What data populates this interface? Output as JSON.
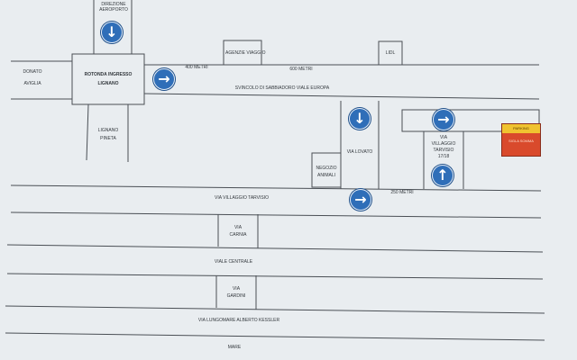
{
  "labels": {
    "direzione_aeroporto": "DIREZIONE AEROPORTO",
    "donato_aviglia": [
      "DONATO",
      "AVIGLIA"
    ],
    "rotonda": [
      "ROTONDA INGRESSO",
      "LIGNANO"
    ],
    "agenzie": "AGENZIE VIAGGIO",
    "lidl": "LIDL",
    "dist_400": "400 METRI",
    "dist_600": "600 METRI",
    "viale_europa": "SVINCOLO DI SABBIADORO VIALE EUROPA",
    "lignano_pineta": [
      "LIGNANO",
      "PINETA"
    ],
    "via_lovato": "VIA LOVATO",
    "negozio": [
      "NEGOZIO",
      "ANIMALI"
    ],
    "via_villaggio": [
      "VIA",
      "VILLAGGIO",
      "TARVISIO",
      "17/18"
    ],
    "dist_250": "250 METRI",
    "via_villaggio_tarvisio": "VIA VILLAGGIO TARVISIO",
    "via_carnia": [
      "VIA",
      "CARNIA"
    ],
    "viale_centrale": "VIALE CENTRALE",
    "via_gardini": [
      "VIA",
      "GARDINI"
    ],
    "lungomare": "VIA LUNGOMARE ALBERTO KESSLER",
    "mare": "MARE",
    "parking": "PARKING",
    "parking_sub": "SIGLA SOMMA"
  },
  "arrows": {
    "down_top": "down",
    "right_rotonda": "right",
    "down_lovato": "down",
    "right_top_block": "right",
    "up_villaggio": "up",
    "right_tarvisio": "right"
  },
  "colors": {
    "arrow_blue": "#2f6eb8",
    "parking_yellow": "#f0c330",
    "parking_red": "#d94a2c"
  }
}
